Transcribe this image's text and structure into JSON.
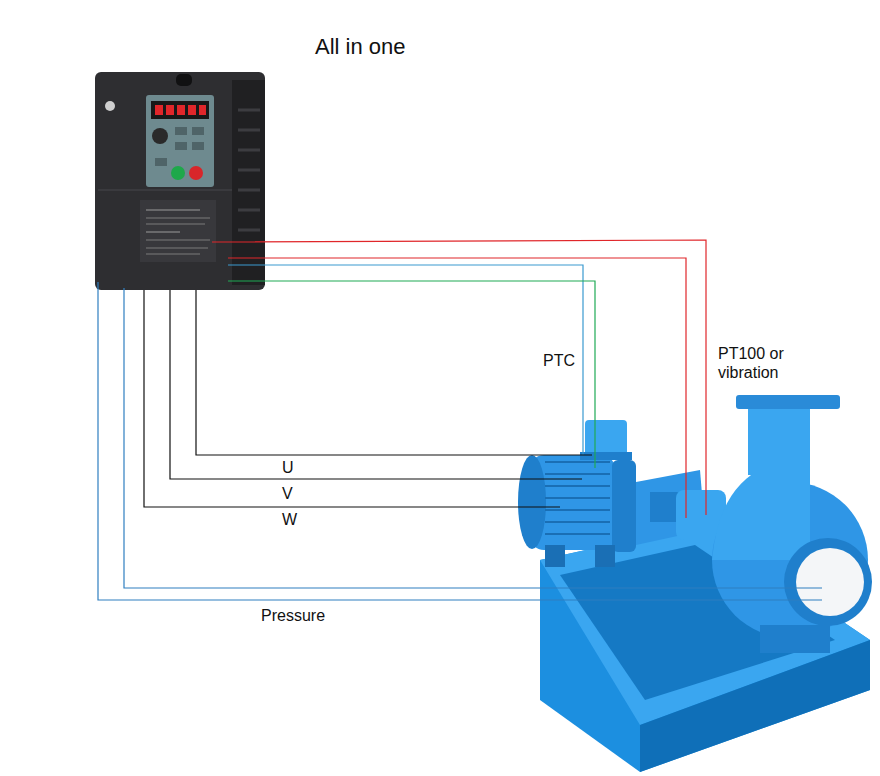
{
  "diagram": {
    "title": "All in one",
    "labels": [
      "PTC",
      "PT100 or vibration",
      "U",
      "V",
      "W",
      "Pressure"
    ]
  }
}
